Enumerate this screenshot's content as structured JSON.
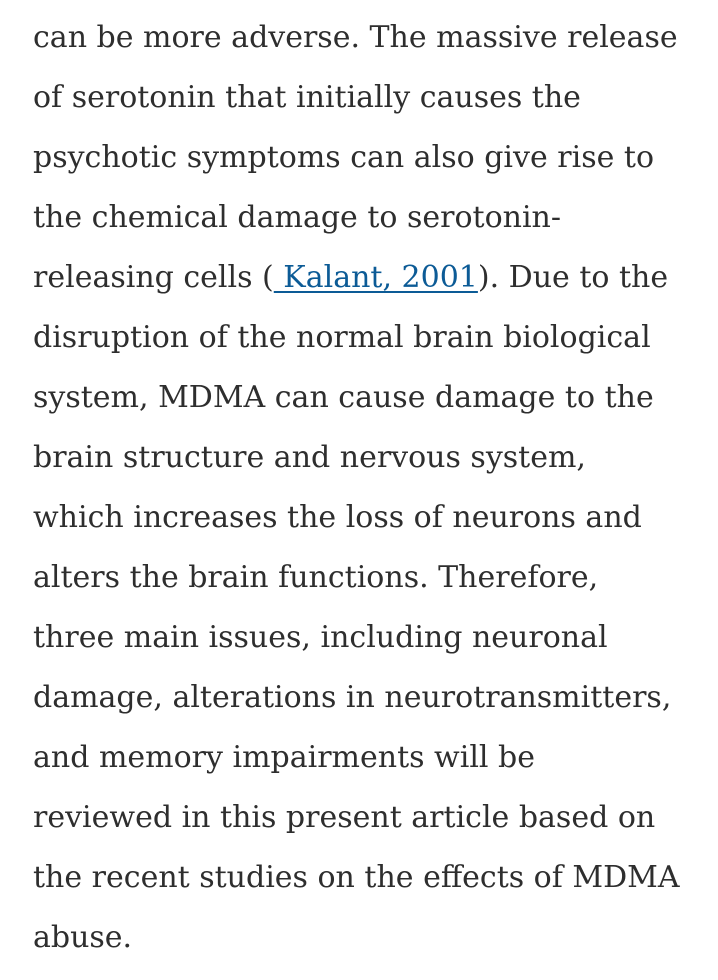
{
  "article": {
    "lines": [
      "can be more adverse. The massive release",
      "of serotonin that initially causes the",
      "psychotic symptoms can also give rise to",
      "the chemical damage to serotonin-",
      "releasing cells (",
      "). Due to the",
      "disruption of the normal brain biological",
      "system, MDMA can cause damage to the",
      "brain structure and nervous system,",
      "which increases the loss of neurons and",
      "alters the brain functions. Therefore,",
      "three main issues, including neuronal",
      "damage, alterations in neurotransmitters,",
      "and memory impairments will be",
      "reviewed in this present article based on",
      "the recent studies on the effects of MDMA",
      "abuse."
    ],
    "citation": {
      "text": " Kalant, 2001",
      "color": "#0c5b96"
    },
    "text_color": "#2e2e2e"
  }
}
